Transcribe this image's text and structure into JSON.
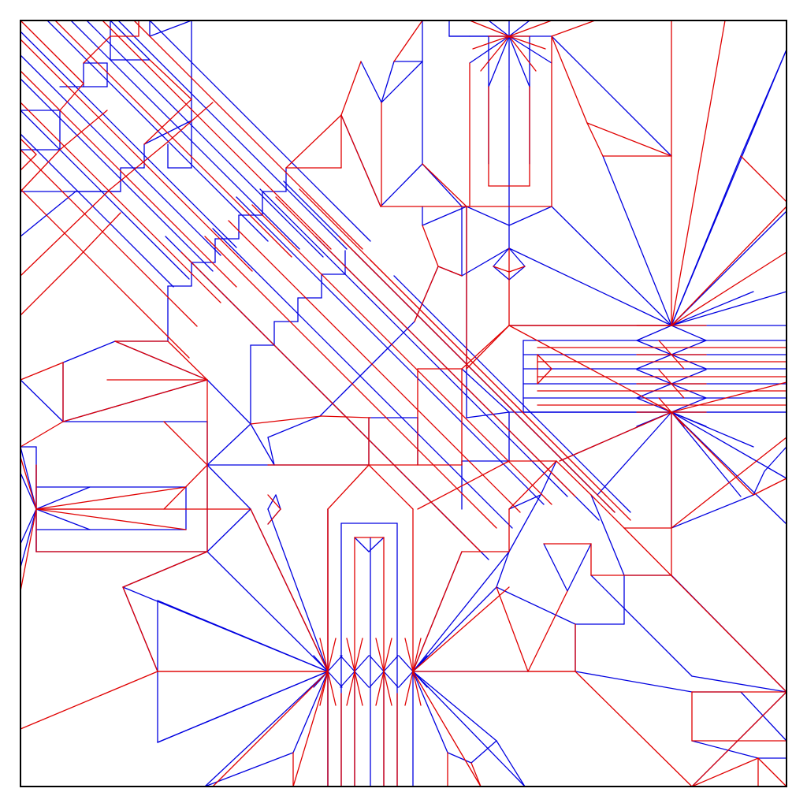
{
  "diagram": {
    "type": "origami-crease-pattern",
    "colors": {
      "background": "#ffffff",
      "border": "#000000",
      "mountain": "#e00000",
      "valley": "#0000e0"
    },
    "legend": {
      "mountain_fold": "red",
      "valley_fold": "blue"
    }
  }
}
